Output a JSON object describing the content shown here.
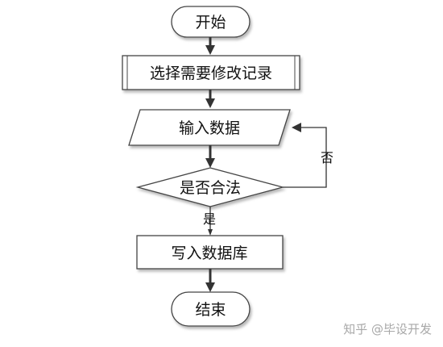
{
  "flowchart": {
    "nodes": {
      "start": "开始",
      "select": "选择需要修改记录",
      "input": "输入数据",
      "decision": "是否合法",
      "write": "写入数据库",
      "end": "结束"
    },
    "edges": {
      "yes_label": "是",
      "no_label": "否"
    }
  },
  "watermark": {
    "text": "知乎 @毕设开发"
  }
}
